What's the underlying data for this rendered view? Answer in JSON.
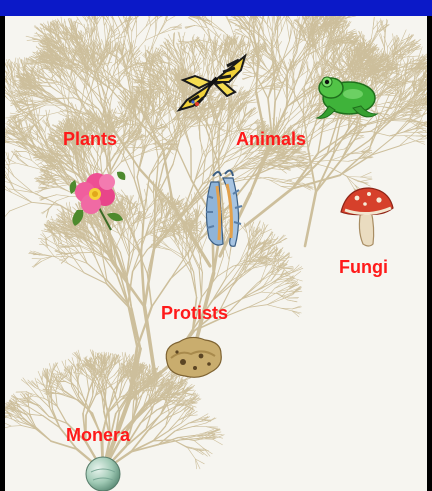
{
  "colors": {
    "banner": "#0b19c8",
    "border": "#000000",
    "background": "#f6f5f0",
    "branch": "#cdbf9c",
    "label": "#ff1a1a"
  },
  "kingdoms": {
    "plants": "Plants",
    "animals": "Animals",
    "fungi": "Fungi",
    "protists": "Protists",
    "monera": "Monera"
  },
  "illustrations": {
    "butterfly": "swallowtail-butterfly-icon",
    "frog": "green-frog-icon",
    "flower": "pink-rose-icon",
    "sea_slug": "sea-slug-icon",
    "mushroom": "red-mushroom-icon",
    "protist": "amoeba-icon",
    "bacterium": "bacterium-sphere-icon"
  }
}
